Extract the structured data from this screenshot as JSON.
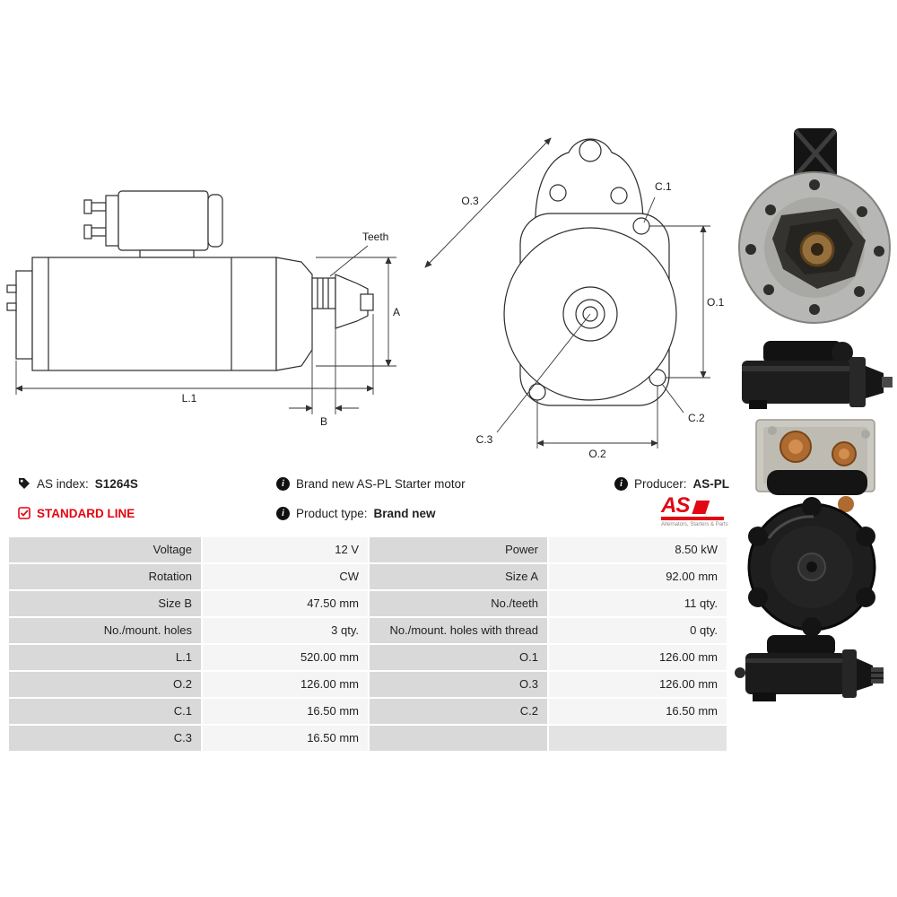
{
  "header": {
    "as_index_label": "AS index:",
    "as_index_value": "S1264S",
    "standard_line": "STANDARD LINE",
    "brand_new": "Brand new AS-PL Starter motor",
    "product_type_label": "Product type:",
    "product_type_value": "Brand new",
    "producer_label": "Producer:",
    "producer_value": "AS-PL"
  },
  "logo": {
    "as": "AS",
    "caption": "Alternators, Starters & Parts"
  },
  "drawing": {
    "side": {
      "teeth": "Teeth",
      "a": "A",
      "b": "B",
      "l1": "L.1"
    },
    "front": {
      "o1": "O.1",
      "o2": "O.2",
      "o3": "O.3",
      "c1": "C.1",
      "c2": "C.2",
      "c3": "C.3"
    }
  },
  "specs": {
    "rows": [
      {
        "l1": "Voltage",
        "v1": "12 V",
        "l2": "Power",
        "v2": "8.50 kW"
      },
      {
        "l1": "Rotation",
        "v1": "CW",
        "l2": "Size A",
        "v2": "92.00 mm"
      },
      {
        "l1": "Size B",
        "v1": "47.50 mm",
        "l2": "No./teeth",
        "v2": "11 qty."
      },
      {
        "l1": "No./mount. holes",
        "v1": "3 qty.",
        "l2": "No./mount. holes with thread",
        "v2": "0 qty."
      },
      {
        "l1": "L.1",
        "v1": "520.00 mm",
        "l2": "O.1",
        "v2": "126.00 mm"
      },
      {
        "l1": "O.2",
        "v1": "126.00 mm",
        "l2": "O.3",
        "v2": "126.00 mm"
      },
      {
        "l1": "C.1",
        "v1": "16.50 mm",
        "l2": "C.2",
        "v2": "16.50 mm"
      },
      {
        "l1": "C.3",
        "v1": "16.50 mm",
        "l2": "",
        "v2": ""
      }
    ]
  },
  "colors": {
    "accent_red": "#e30613",
    "table_label_bg": "#d9d9d9",
    "table_value_bg": "#f5f5f5"
  }
}
